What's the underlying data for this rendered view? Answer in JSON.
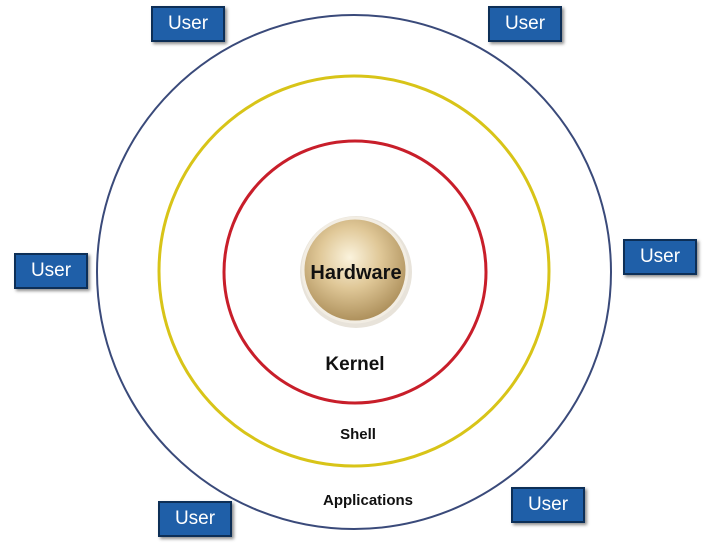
{
  "colors": {
    "outer_ring": "#3a4a7a",
    "middle_ring": "#d8c418",
    "inner_ring": "#c81e2a",
    "hardware_fill": "#c8ab78",
    "user_box_fill": "#1f5fa8",
    "user_box_border": "#0d2f57"
  },
  "layers": {
    "hardware": "Hardware",
    "kernel": "Kernel",
    "shell": "Shell",
    "applications": "Applications"
  },
  "users": [
    {
      "label": "User"
    },
    {
      "label": "User"
    },
    {
      "label": "User"
    },
    {
      "label": "User"
    },
    {
      "label": "User"
    },
    {
      "label": "User"
    }
  ]
}
